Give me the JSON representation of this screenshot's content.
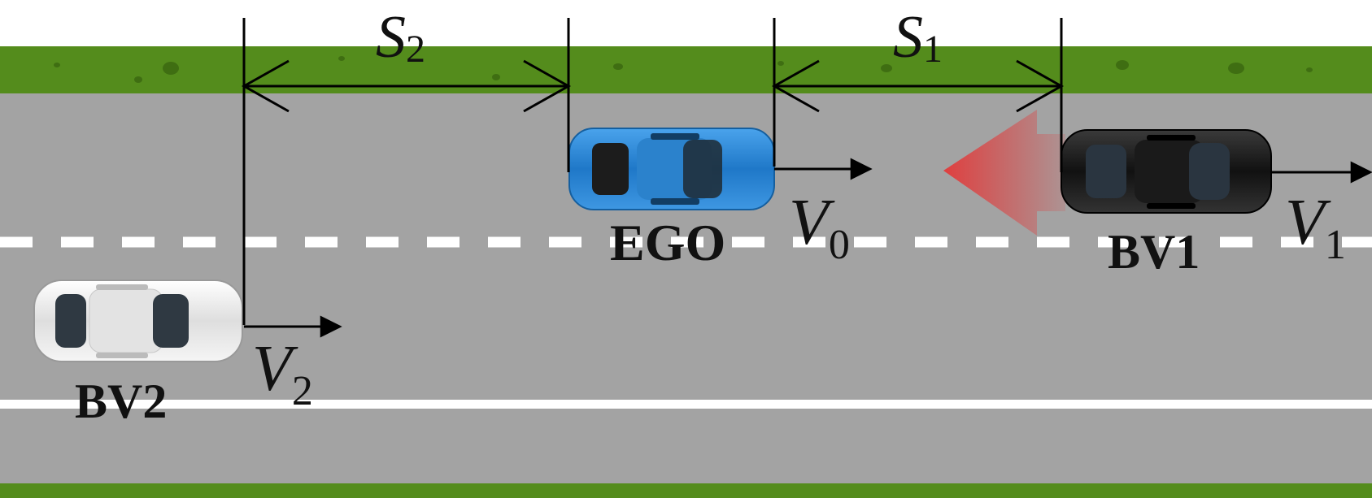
{
  "vehicles": {
    "ego": {
      "label": "EGO"
    },
    "bv1": {
      "label": "BV1"
    },
    "bv2": {
      "label": "BV2"
    }
  },
  "distances": {
    "s1": {
      "symbol": "S",
      "subscript": "1"
    },
    "s2": {
      "symbol": "S",
      "subscript": "2"
    }
  },
  "velocities": {
    "v0": {
      "symbol": "V",
      "subscript": "0"
    },
    "v1": {
      "symbol": "V",
      "subscript": "1"
    },
    "v2": {
      "symbol": "V",
      "subscript": "2"
    }
  },
  "colors": {
    "grass": "#548c1c",
    "road": "#a3a3a3",
    "lane_marking": "#ffffff",
    "ego_car": "#2a86d6",
    "bv1_car": "#1c1c1c",
    "bv2_car": "#e8e8e8",
    "brake_arrow": "#e23a3a"
  }
}
